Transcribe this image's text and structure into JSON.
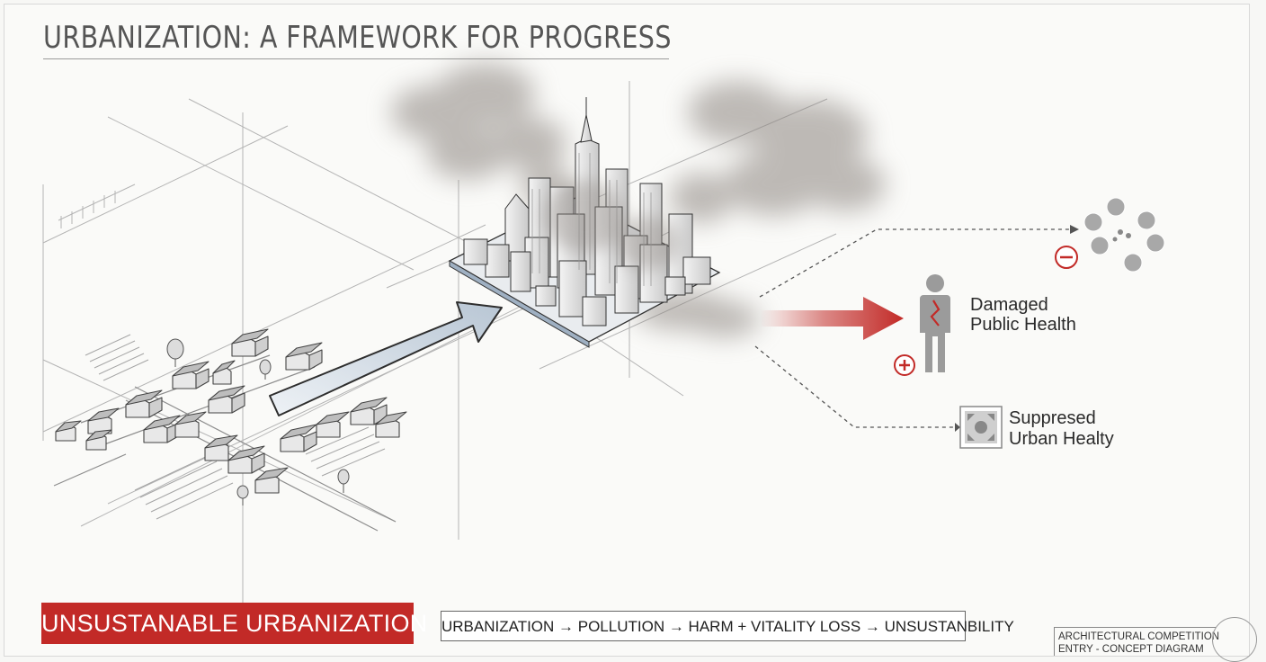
{
  "header": {
    "title": "URBANIZATION: A FRAMEWORK FOR PROGRESS"
  },
  "outcomes": {
    "health": {
      "line1": "Damaged",
      "line2": "Public Health"
    },
    "vitality": {
      "line1": "Suppresed",
      "line2": "Urban Healty"
    }
  },
  "banner": {
    "label": "UNSUSTANABLE URBANIZATION"
  },
  "flow": {
    "text": "URBANIZATION → POLLUTION → HARM + VITALITY LOSS → UNSUSTANBILITY"
  },
  "stamp": {
    "line1": "ARCHITECTURAL COMPETITION",
    "line2": "ENTRY - CONCEPT DIAGRAM"
  },
  "colors": {
    "accent": "#c22a27",
    "smog": "#8c8580",
    "arrow_fill": "#d9e1ea",
    "figure": "#9b9b9b"
  },
  "icons": {
    "minus": "minus-circle-icon",
    "plus": "plus-circle-icon",
    "person": "person-icon",
    "vitality": "urban-vitality-icon",
    "cluster": "community-icon"
  }
}
